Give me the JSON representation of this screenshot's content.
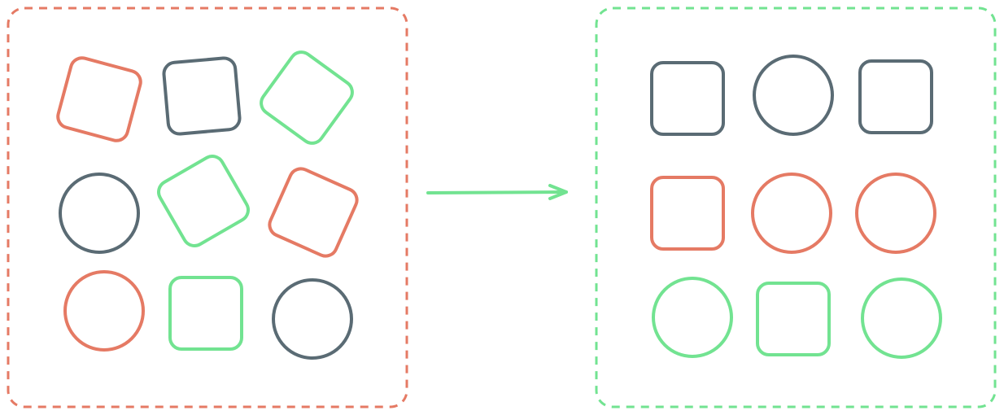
{
  "colors": {
    "red": "#e57a64",
    "slate": "#5a6b74",
    "green": "#72e391"
  },
  "before_box": {
    "border_color": "red",
    "border_style": "dashed",
    "shapes": [
      {
        "shape": "square",
        "color": "red",
        "tilted": true
      },
      {
        "shape": "square",
        "color": "slate",
        "tilted": true
      },
      {
        "shape": "square",
        "color": "green",
        "tilted": true
      },
      {
        "shape": "circle",
        "color": "slate",
        "tilted": false
      },
      {
        "shape": "square",
        "color": "green",
        "tilted": true
      },
      {
        "shape": "square",
        "color": "red",
        "tilted": true
      },
      {
        "shape": "circle",
        "color": "red",
        "tilted": false
      },
      {
        "shape": "square",
        "color": "green",
        "tilted": false
      },
      {
        "shape": "circle",
        "color": "slate",
        "tilted": false
      }
    ]
  },
  "arrow": {
    "color": "green",
    "direction": "right"
  },
  "after_box": {
    "border_color": "green",
    "border_style": "dashed",
    "shapes": [
      {
        "shape": "square",
        "color": "slate",
        "tilted": false
      },
      {
        "shape": "circle",
        "color": "slate",
        "tilted": false
      },
      {
        "shape": "square",
        "color": "slate",
        "tilted": false
      },
      {
        "shape": "square",
        "color": "red",
        "tilted": false
      },
      {
        "shape": "circle",
        "color": "red",
        "tilted": false
      },
      {
        "shape": "circle",
        "color": "red",
        "tilted": false
      },
      {
        "shape": "circle",
        "color": "green",
        "tilted": false
      },
      {
        "shape": "square",
        "color": "green",
        "tilted": false
      },
      {
        "shape": "circle",
        "color": "green",
        "tilted": false
      }
    ]
  }
}
